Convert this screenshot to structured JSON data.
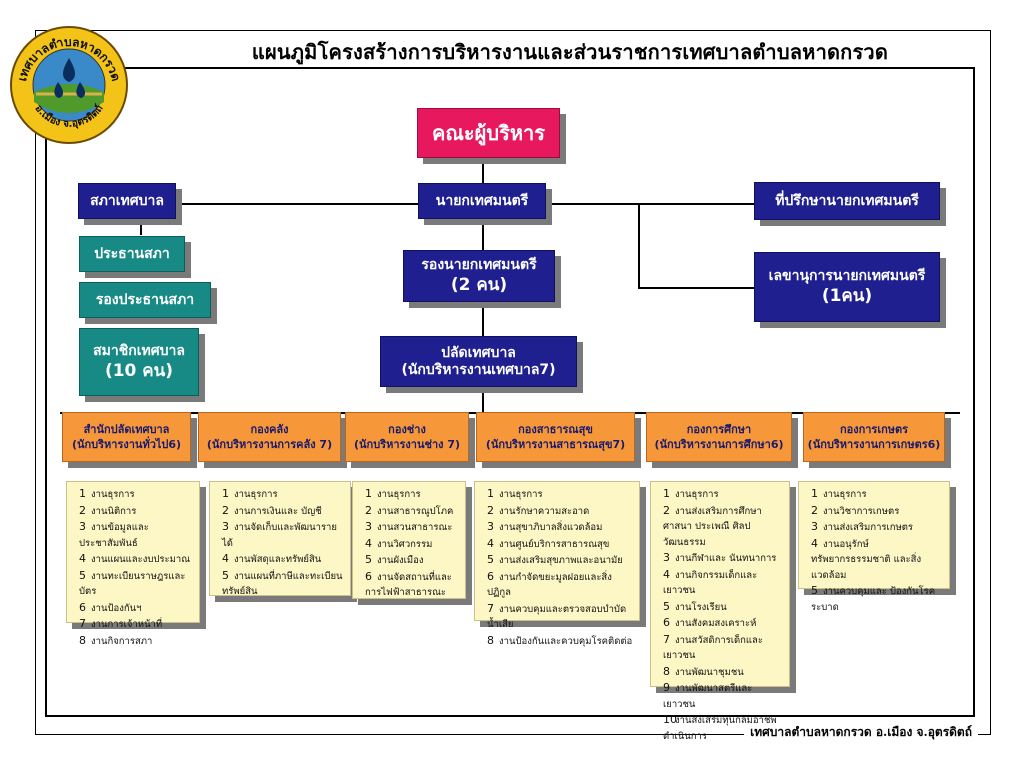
{
  "title": "แผนภูมิโครงสร้างการบริหารงานและส่วนราชการเทศบาลตำบลหาดกรวด",
  "footer": "เทศบาลตำบลหาดกรวด อ.เมือง จ.อุตรดิตถ์",
  "seal": {
    "top_text": "เทศบาลตำบลหาดกรวด",
    "bottom_text": "อ.เมือง จ.อุตรดิตถ์",
    "colors": {
      "ring": "#f4c318",
      "center": "#3a8ac9",
      "field": "#4f9a2a"
    }
  },
  "colors": {
    "navy": "#1f1f8f",
    "teal": "#178a86",
    "pink": "#e8185f",
    "orange": "#f6983a",
    "list_bg": "#fdf7c6"
  },
  "executive_board": "คณะผู้บริหาร",
  "mayor": "นายกเทศมนตรี",
  "council": {
    "title": "สภาเทศบาล",
    "chairman": "ประธานสภา",
    "vice_chairman": "รองประธานสภา",
    "members": {
      "line1": "สมาชิกเทศบาล",
      "line2": "(10 คน)"
    }
  },
  "advisor": "ที่ปรึกษานายกเทศมนตรี",
  "deputy_mayor": {
    "line1": "รองนายกเทศมนตรี",
    "line2": "(2 คน)"
  },
  "secretary": {
    "line1": "เลขานุการนายกเทศมนตรี",
    "line2": "(1คน)"
  },
  "municipal_clerk": {
    "line1": "ปลัดเทศบาล",
    "line2": "(นักบริหารงานเทศบาล7)"
  },
  "departments": [
    {
      "name": "สำนักปลัดเทศบาล",
      "position": "(นักบริหารงานทั่วไป6)",
      "tasks": [
        "งานธุรการ",
        "งานนิติการ",
        "งานข้อมูลและ ประชาสัมพันธ์",
        "งานแผนและงบประมาณ",
        "งานทะเบียนราษฎรและบัตร",
        "งานป้องกันฯ",
        "งานการเจ้าหน้าที่",
        "งานกิจการสภา"
      ]
    },
    {
      "name": "กองคลัง",
      "position": "(นักบริหารงานการคลัง 7)",
      "tasks": [
        "งานธุรการ",
        "งานการเงินและ บัญชี",
        "งานจัดเก็บและพัฒนารายได้",
        "งานพัสดุและทรัพย์สิน",
        "งานแผนที่ภาษีและทะเบียนทรัพย์สิน"
      ]
    },
    {
      "name": "กองช่าง",
      "position": "(นักบริหารงานช่าง 7)",
      "tasks": [
        "งานธุรการ",
        "งานสาธารณูปโภค",
        "งานสวนสาธารณะ",
        "งานวิศวกรรม",
        "งานผังเมือง",
        "งานจัดสถานที่และการไฟฟ้าสาธารณะ"
      ]
    },
    {
      "name": "กองสาธารณสุข",
      "position": "(นักบริหารงานสาธารณสุข7)",
      "tasks": [
        "งานธุรการ",
        "งานรักษาความสะอาด",
        "งานสุขาภิบาลสิ่งแวดล้อม",
        "งานศูนย์บริการสาธารณสุข",
        "งานส่งเสริมสุขภาพและอนามัย",
        "งานกำจัดขยะมูลฝอยและสิ่งปฏิกูล",
        "งานควบคุมและตรวจสอบบำบัดน้ำเสีย",
        "งานป้องกันและควบคุมโรคติดต่อ"
      ]
    },
    {
      "name": "กองการศึกษา",
      "position": "(นักบริหารงานการศึกษา6)",
      "tasks": [
        "งานธุรการ",
        "งานส่งเสริมการศึกษา ศาสนา ประเพณี ศิลปวัฒนธรรม",
        "งานกีฬาและ นันทนาการ",
        "งานกิจกรรมเด็กและ เยาวชน",
        "งานโรงเรียน",
        "งานสังคมสงเคราะห์",
        "งานสวัสดิการเด็กและ เยาวชน",
        "งานพัฒนาชุมชน",
        "งานพัฒนาสตรีและ เยาวชน",
        "งานส่งเสริมทุนกลุ่มอาชีพ ดำเนินการ"
      ]
    },
    {
      "name": "กองการเกษตร",
      "position": "(นักบริหารงานการเกษตร6)",
      "tasks": [
        "งานธุรการ",
        "งานวิชาการเกษตร",
        "งานส่งเสริมการเกษตร",
        "งานอนุรักษ์ทรัพยากรธรรมชาติ และสิ่งแวดล้อม",
        "งานควบคุมและ ป้องกันโรคระบาด"
      ]
    }
  ]
}
